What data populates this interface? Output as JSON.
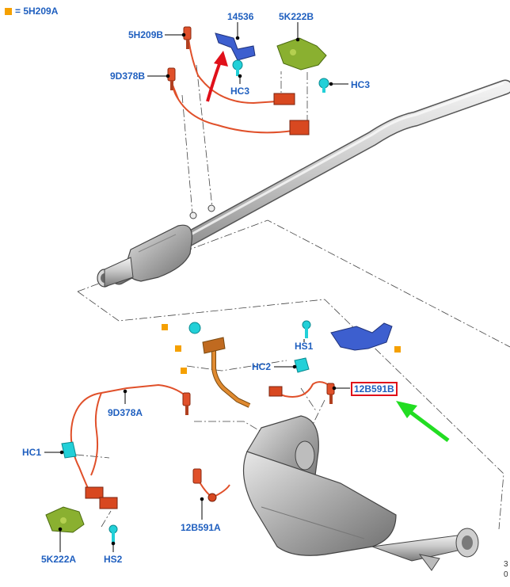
{
  "legend": {
    "marker_color": "#f5a000",
    "text": "= 5H209A"
  },
  "labels": {
    "top_5H209B": "5H209B",
    "top_14536": "14536",
    "top_5K222B": "5K222B",
    "top_9D378B": "9D378B",
    "top_HC3a": "HC3",
    "top_HC3b": "HC3",
    "bot_HS1": "HS1",
    "bot_HC2": "HC2",
    "bot_12B591B": "12B591B",
    "bot_9D378A": "9D378A",
    "bot_HC1": "HC1",
    "bot_12B591A": "12B591A",
    "bot_5K222A": "5K222A",
    "bot_HS2": "HS2"
  },
  "corner_text": {
    "line1": "3",
    "line2": "0"
  },
  "colors": {
    "label": "#1f5fbf",
    "wire": "#e0502a",
    "bracket_blue": "#3d5fcf",
    "bracket_green": "#8ab030",
    "clip_cyan": "#22d0d8",
    "arrow_red": "#e0101a",
    "arrow_green": "#22dd22",
    "highlight_box": "#e0101a",
    "marker_orange": "#f5a000"
  },
  "icons": {
    "arrow_red": "curved-arrow-icon",
    "arrow_green": "pointer-arrow-icon"
  }
}
